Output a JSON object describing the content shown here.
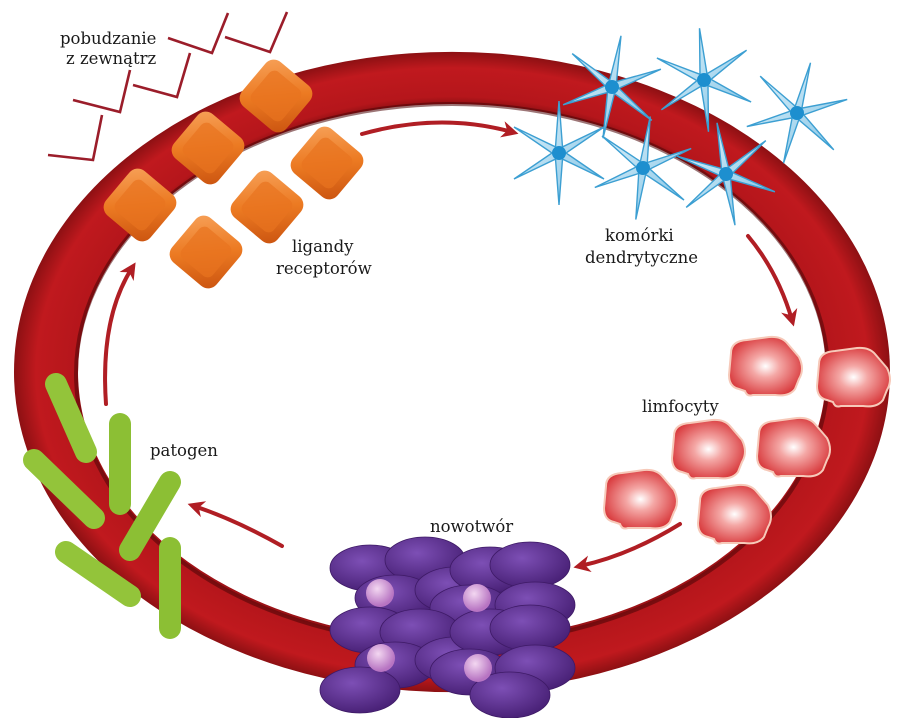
{
  "title": "Immune cycle diagram",
  "labels": {
    "external_stimulation_line1": "pobudzanie",
    "external_stimulation_line2": "z zewnątrz",
    "receptor_ligands_line1": "ligandy",
    "receptor_ligands_line2": "receptorów",
    "dendritic_cells_line1": "komórki",
    "dendritic_cells_line2": "dendrytyczne",
    "lymphocytes": "limfocyty",
    "tumor": "nowotwór",
    "pathogen": "patogen"
  },
  "cycle_stages": [
    "ligandy receptorów",
    "komórki dendrytyczne",
    "limfocyty",
    "nowotwór",
    "patogen"
  ],
  "colors": {
    "ring": "#b5161b",
    "ring_dark": "#6e0b0d",
    "arrow": "#b01e24",
    "ligand": "#e8731f",
    "dendritic": "#9fd3ec",
    "dendritic_nucleus": "#1d8fcf",
    "lymphocyte": "#e4474a",
    "tumor": "#5c2d91",
    "tumor_nucleus": "#d79ad8",
    "pathogen": "#8fc23a",
    "text": "#1a1a1a"
  }
}
